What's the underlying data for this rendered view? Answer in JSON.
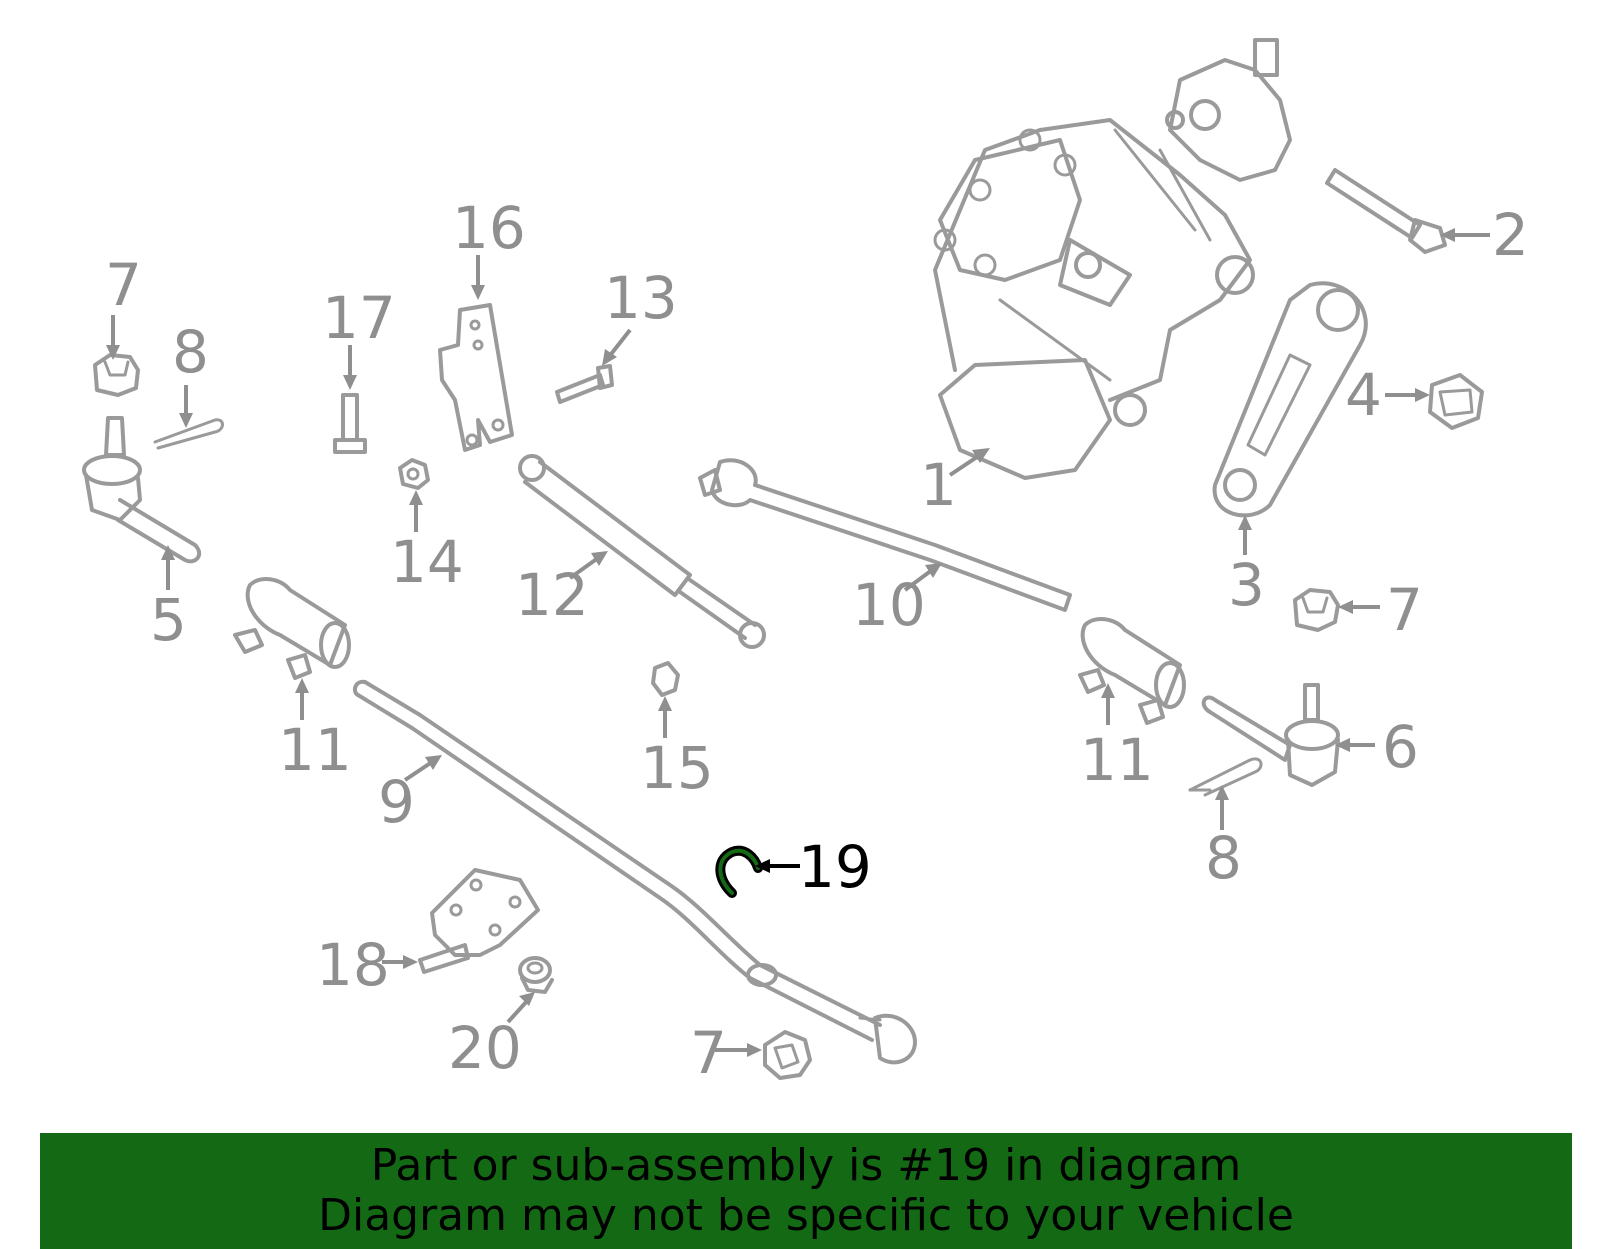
{
  "diagram": {
    "highlight_color": "#146a14",
    "callouts": {
      "c1": "1",
      "c2": "2",
      "c3": "3",
      "c4": "4",
      "c5": "5",
      "c6": "6",
      "c7a": "7",
      "c7b": "7",
      "c7c": "7",
      "c8a": "8",
      "c8b": "8",
      "c9": "9",
      "c10": "10",
      "c11a": "11",
      "c11b": "11",
      "c12": "12",
      "c13": "13",
      "c14": "14",
      "c15": "15",
      "c16": "16",
      "c17": "17",
      "c18": "18",
      "c19": "19",
      "c20": "20"
    }
  },
  "banner": {
    "line1": "Part or sub-assembly is #19 in diagram",
    "line2": "Diagram may not be specific to your vehicle",
    "background": "#146a14"
  }
}
